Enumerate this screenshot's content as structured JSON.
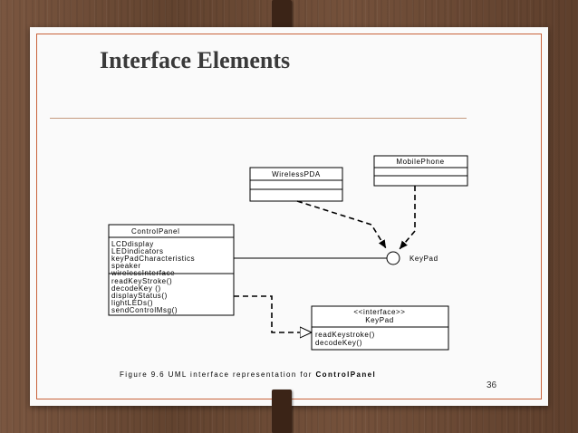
{
  "slide": {
    "title": "Interface Elements",
    "page_number": "36"
  },
  "diagram": {
    "mobile_phone": {
      "name": "MobilePhone"
    },
    "wireless_pda": {
      "name": "WirelessPDA"
    },
    "control_panel": {
      "name": "ControlPanel",
      "attributes": [
        "LCDdisplay",
        "LEDindicators",
        "keyPadCharacteristics",
        "speaker",
        "wirelessInterface"
      ],
      "operations": [
        "readKeyStroke()",
        "decodeKey ()",
        "displayStatus()",
        "lightLEDs()",
        "sendControlMsg()"
      ]
    },
    "lollipop_label": "KeyPad",
    "interface_box": {
      "stereotype": "<<interface>>",
      "name": "KeyPad",
      "operations": [
        "readKeystroke()",
        "decodeKey()"
      ]
    },
    "caption": {
      "prefix": "Figure 9.6  UML interface representation for ",
      "bold": "ControlPanel"
    }
  },
  "colors": {
    "background": "#6b4a35",
    "paper": "#fafafa",
    "paper_border": "#c8623a",
    "title": "#3a3a3a"
  }
}
